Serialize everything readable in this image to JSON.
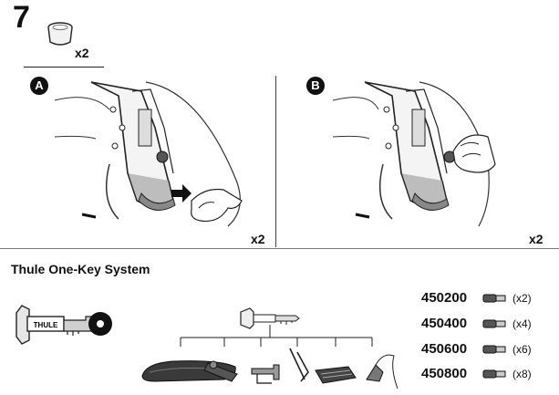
{
  "step": {
    "number": "7"
  },
  "end_cap": {
    "quantity": "x2",
    "icon": "end-cap-icon"
  },
  "panel_a": {
    "badge": "A",
    "quantity": "x2"
  },
  "panel_b": {
    "badge": "B",
    "quantity": "x2"
  },
  "one_key": {
    "title": "Thule One-Key System",
    "key_brand": "THULE",
    "products": [
      {
        "code": "450200",
        "quantity": "(x2)"
      },
      {
        "code": "450400",
        "quantity": "(x4)"
      },
      {
        "code": "450600",
        "quantity": "(x6)"
      },
      {
        "code": "450800",
        "quantity": "(x8)"
      }
    ]
  }
}
